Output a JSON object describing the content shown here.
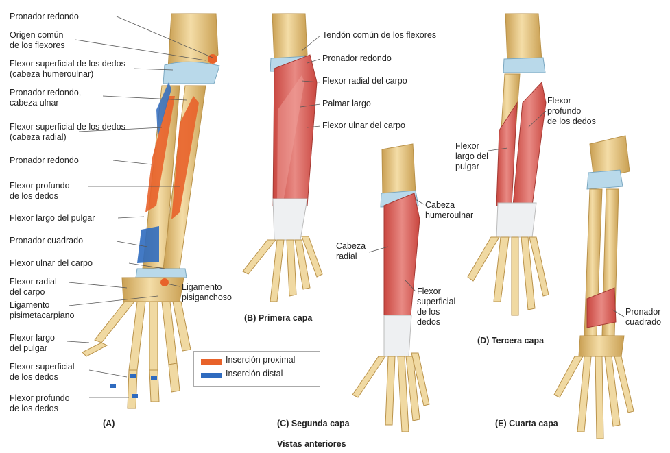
{
  "panelA": {
    "labels": [
      "Pronador redondo",
      "Origen común\nde los flexores",
      "Flexor superficial de los dedos\n(cabeza humeroulnar)",
      "Pronador redondo,\ncabeza ulnar",
      "Flexor superficial de los dedos\n(cabeza radial)",
      "Pronador redondo",
      "Flexor profundo\nde los dedos",
      "Flexor largo del pulgar",
      "Pronador cuadrado",
      "Flexor ulnar del carpo",
      "Flexor radial\ndel carpo",
      "Ligamento\npisimetacarpiano",
      "Flexor largo\ndel pulgar",
      "Flexor superficial\nde los dedos",
      "Flexor profundo\nde los dedos",
      "Ligamento\npisiganchoso"
    ],
    "caption": "(A)"
  },
  "panelB": {
    "labels": [
      "Tendón común de los flexores",
      "Pronador redondo",
      "Flexor radial del carpo",
      "Palmar largo",
      "Flexor ulnar del carpo"
    ],
    "caption": "(B) Primera capa"
  },
  "panelC": {
    "labels": [
      "Cabeza\nhumeroulnar",
      "Cabeza\nradial",
      "Flexor\nsuperficial\nde los\ndedos"
    ],
    "caption": "(C) Segunda capa"
  },
  "panelD": {
    "labels": [
      "Flexor\nprofundo\nde los dedos",
      "Flexor\nlargo del\npulgar"
    ],
    "caption": "(D) Tercera capa"
  },
  "panelE": {
    "labels": [
      "Pronador\ncuadrado"
    ],
    "caption": "(E) Cuarta capa"
  },
  "legend": {
    "items": [
      {
        "label": "Inserción proximal",
        "color": "#e8622a"
      },
      {
        "label": "Inserción distal",
        "color": "#2f6bbf"
      }
    ]
  },
  "footer": "Vistas anteriores",
  "colors": {
    "bone": "#ecd29a",
    "bone_edge": "#b9924a",
    "cartilage": "#b9d9ea",
    "muscle": "#d9635e",
    "tendon": "#eef0f2"
  }
}
